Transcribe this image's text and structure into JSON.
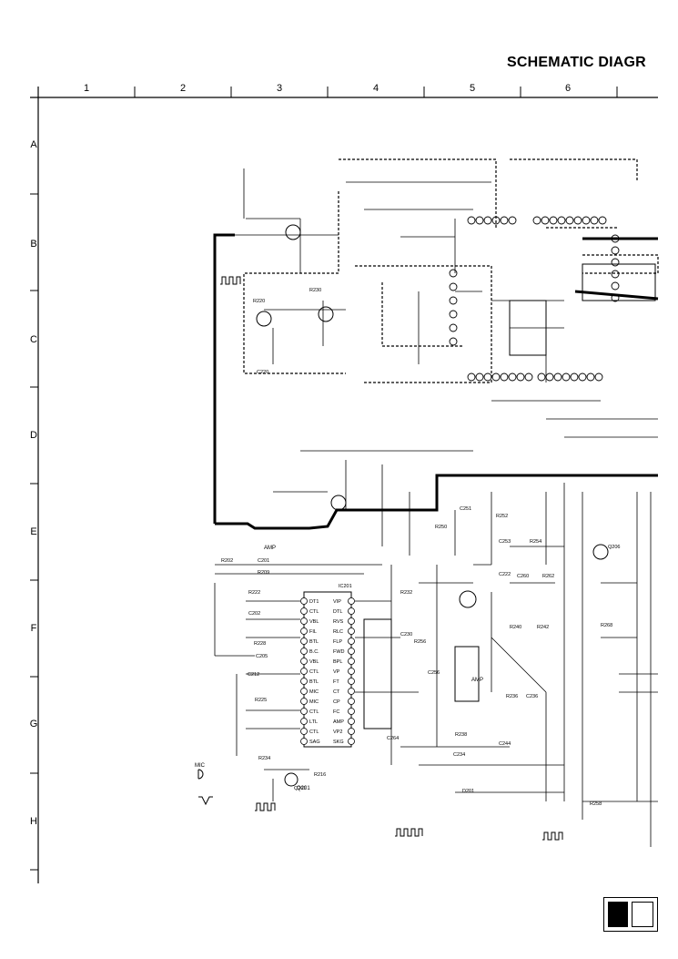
{
  "title": "SCHEMATIC DIAGR",
  "columns": [
    "1",
    "2",
    "3",
    "4",
    "5",
    "6"
  ],
  "rows": [
    "A",
    "B",
    "C",
    "D",
    "E",
    "F",
    "G",
    "H"
  ],
  "ic_pins_left": [
    "DT1",
    "CTL",
    "VBL",
    "FIL",
    "BTL",
    "B.C.",
    "VBL",
    "CTL",
    "BTL",
    "MIC",
    "MIC",
    "CTL",
    "LTL",
    "CTL",
    "SAG"
  ],
  "ic_pins_right": [
    "VIP",
    "DTL",
    "RVS",
    "RLC",
    "FLP",
    "FWD",
    "BPL",
    "VP",
    "FT",
    "CT",
    "CP",
    "FC",
    "AMP",
    "VP2",
    "SKG"
  ],
  "component_labels": [
    "R202",
    "C201",
    "R222",
    "C202",
    "R228",
    "C205",
    "R225",
    "Q201",
    "C212",
    "R216",
    "IC201",
    "R209",
    "R220",
    "C220",
    "R230",
    "C222",
    "R232",
    "C230",
    "D201",
    "R234",
    "C234",
    "R236",
    "C236",
    "R238",
    "R240",
    "R242",
    "C244",
    "R250",
    "C251",
    "R252",
    "C253",
    "R254",
    "R256",
    "C256",
    "R258",
    "C260",
    "R262",
    "C264",
    "Q206",
    "R268"
  ],
  "notes": [
    "AMP",
    "MIC",
    "Q201",
    "AMP"
  ]
}
